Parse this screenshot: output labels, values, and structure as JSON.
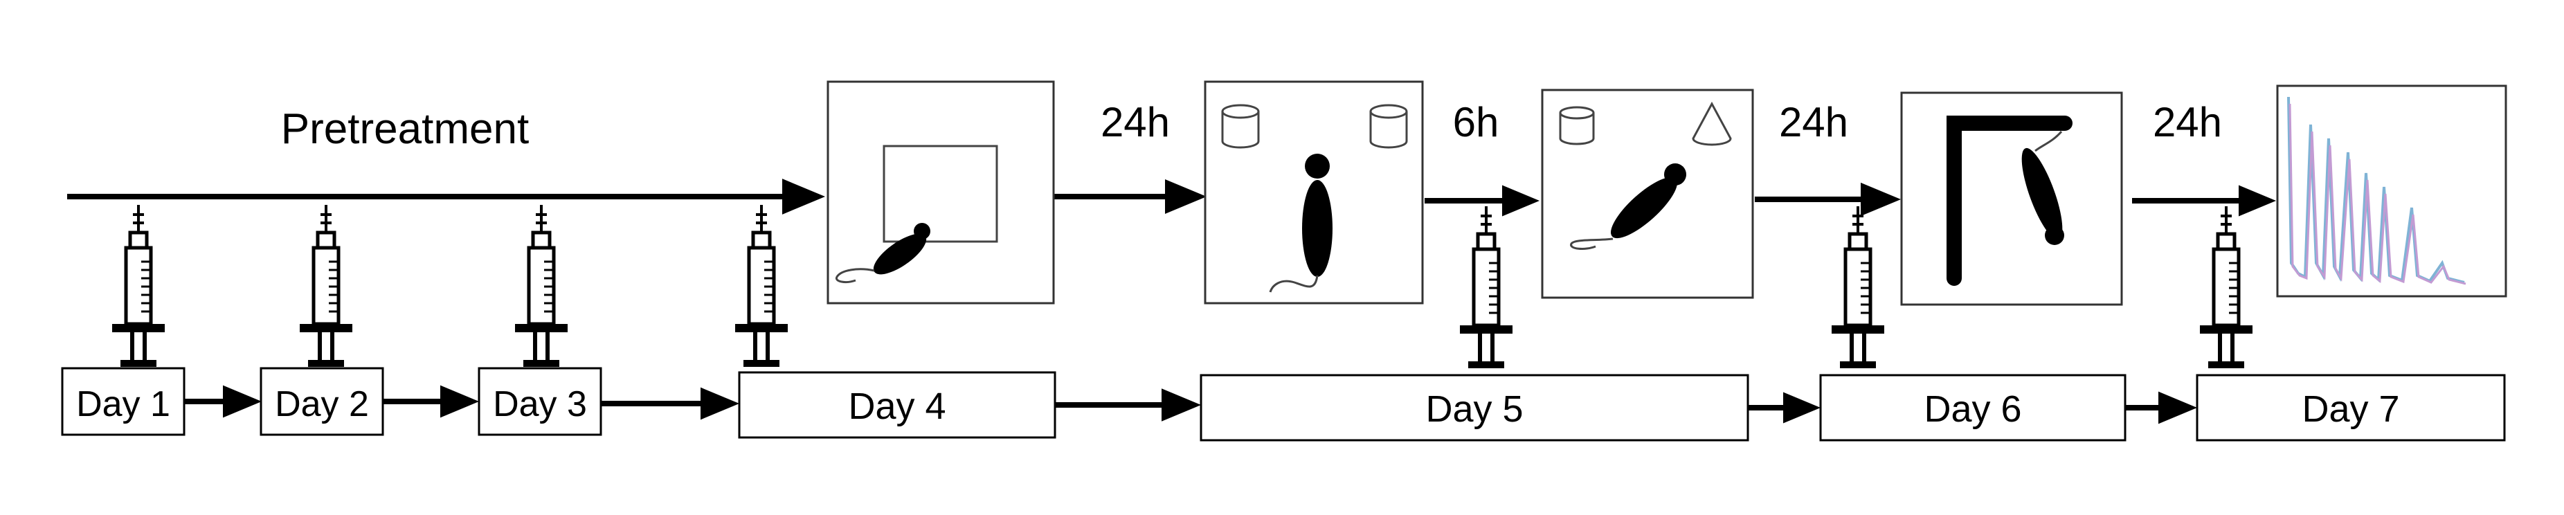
{
  "title": "Pretreatment",
  "intervals": [
    "24h",
    "6h",
    "24h",
    "24h"
  ],
  "days": [
    "Day 1",
    "Day 2",
    "Day 3",
    "Day 4",
    "Day 5",
    "Day 6",
    "Day 7"
  ],
  "test_panels": [
    "open-field-arena",
    "object-recognition-familiar",
    "object-recognition-novel",
    "tail-suspension",
    "chromatogram-trace"
  ],
  "trace_colors": [
    "#7fb3d5",
    "#c39bd3"
  ]
}
